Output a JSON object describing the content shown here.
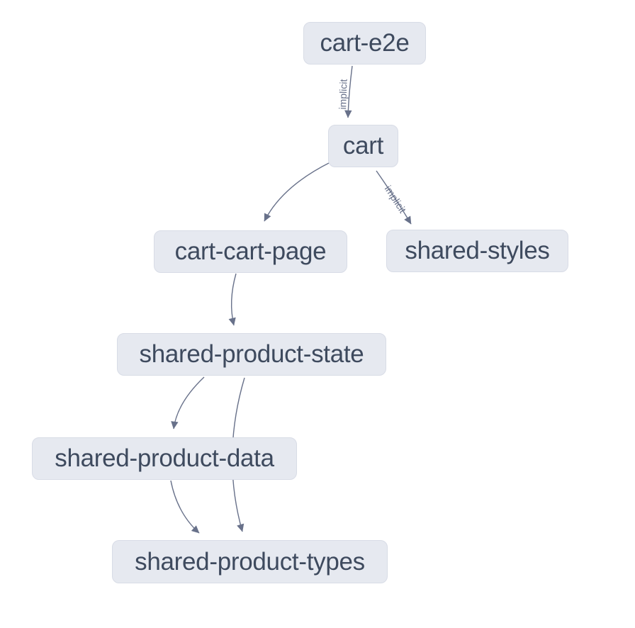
{
  "graph": {
    "colors": {
      "bg": "#ffffff",
      "node_fill": "#e6e9f0",
      "node_border": "#d8dce6",
      "node_text": "#3e4a5e",
      "edge": "#68718a"
    },
    "nodes": [
      {
        "id": "cart-e2e",
        "label": "cart-e2e"
      },
      {
        "id": "cart",
        "label": "cart"
      },
      {
        "id": "cart-cart-page",
        "label": "cart-cart-page"
      },
      {
        "id": "shared-styles",
        "label": "shared-styles"
      },
      {
        "id": "shared-product-state",
        "label": "shared-product-state"
      },
      {
        "id": "shared-product-data",
        "label": "shared-product-data"
      },
      {
        "id": "shared-product-types",
        "label": "shared-product-types"
      }
    ],
    "edges": [
      {
        "source": "cart-e2e",
        "target": "cart",
        "label": "implicit"
      },
      {
        "source": "cart",
        "target": "cart-cart-page",
        "label": ""
      },
      {
        "source": "cart",
        "target": "shared-styles",
        "label": "implicit"
      },
      {
        "source": "cart-cart-page",
        "target": "shared-product-state",
        "label": ""
      },
      {
        "source": "shared-product-state",
        "target": "shared-product-data",
        "label": ""
      },
      {
        "source": "shared-product-state",
        "target": "shared-product-types",
        "label": ""
      },
      {
        "source": "shared-product-data",
        "target": "shared-product-types",
        "label": ""
      }
    ]
  }
}
